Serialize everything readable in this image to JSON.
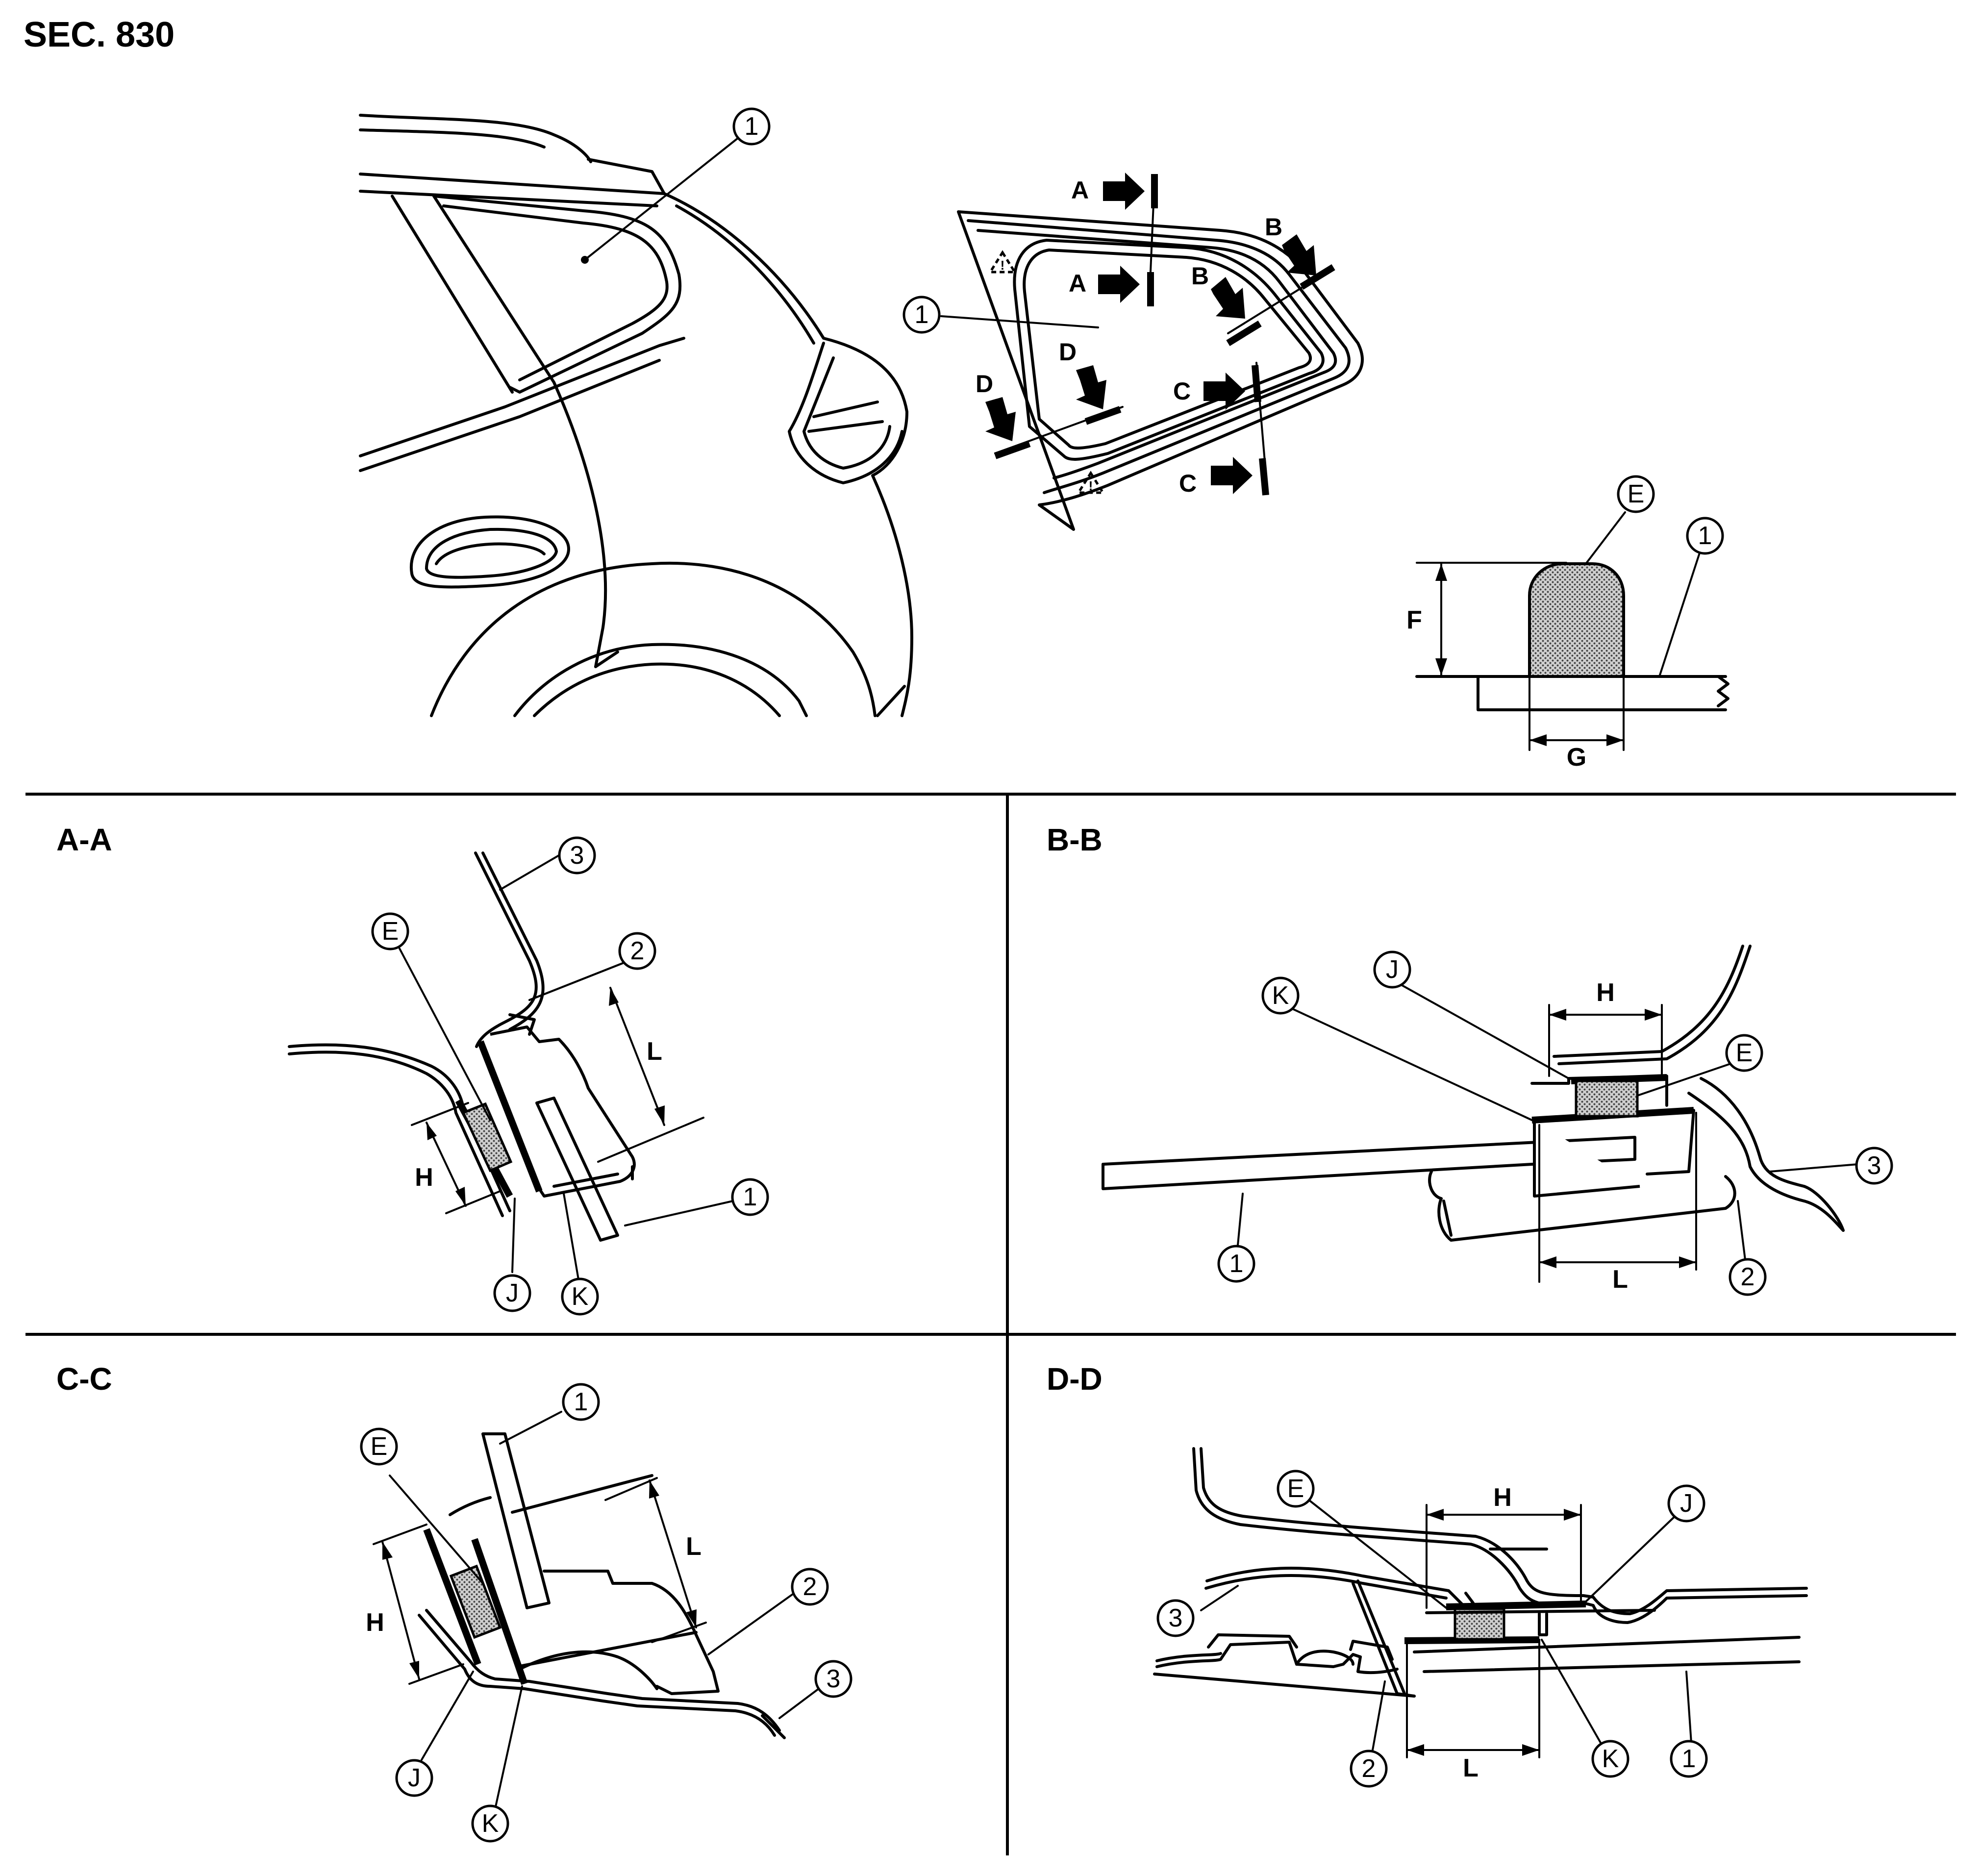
{
  "page_title": "SEC. 830",
  "panels": {
    "a": "A-A",
    "b": "B-B",
    "c": "C-C",
    "d": "D-D"
  },
  "letters": {
    "A": "A",
    "B": "B",
    "C": "C",
    "D": "D",
    "E": "E",
    "F": "F",
    "G": "G",
    "H": "H",
    "J": "J",
    "K": "K",
    "L": "L"
  },
  "parts": {
    "p1": "1",
    "p2": "2",
    "p3": "3"
  },
  "colors": {
    "line": "#000000",
    "background": "#ffffff",
    "adhesive_stipple": "#9a9a9a"
  }
}
